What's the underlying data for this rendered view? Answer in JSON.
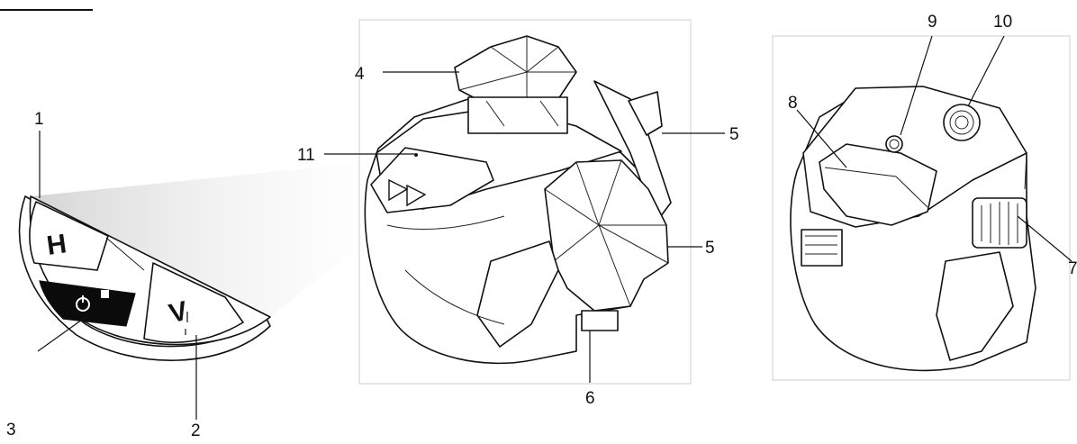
{
  "callouts": {
    "c1": "1",
    "c2": "2",
    "c3": "3",
    "c4": "4",
    "c5a": "5",
    "c5b": "5",
    "c6": "6",
    "c7": "7",
    "c8": "8",
    "c9": "9",
    "c10": "10",
    "c11": "11"
  },
  "keypad": {
    "h_key": "H",
    "v_key": "V"
  }
}
